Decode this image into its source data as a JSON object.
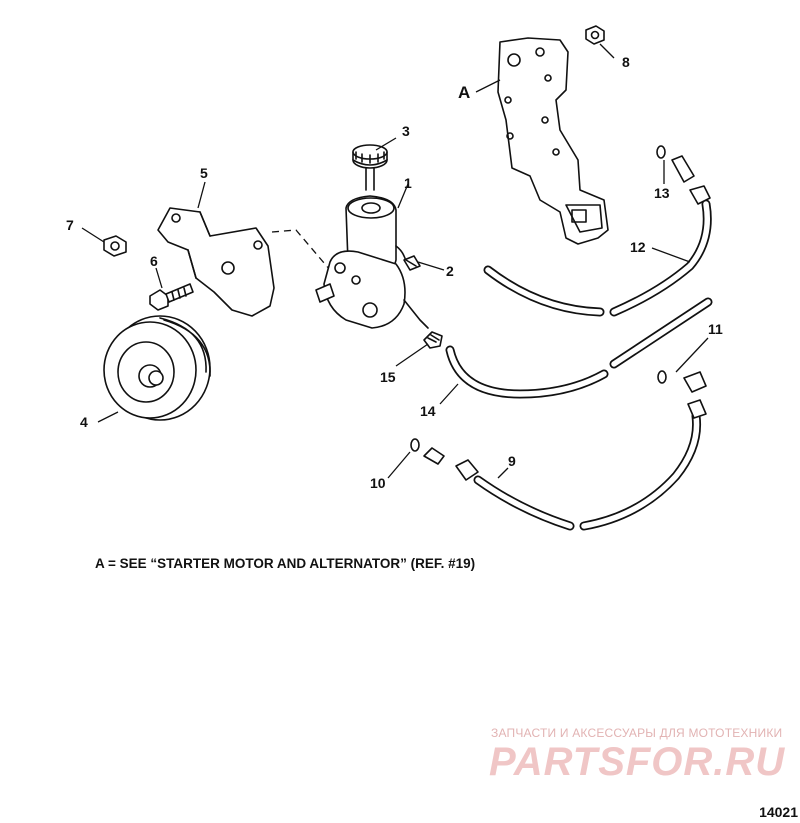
{
  "diagram": {
    "callouts": {
      "c1": "1",
      "c2": "2",
      "c3": "3",
      "c4": "4",
      "c5": "5",
      "c6": "6",
      "c7": "7",
      "c8": "8",
      "c9": "9",
      "c10": "10",
      "c11": "11",
      "c12": "12",
      "c13": "13",
      "c14": "14",
      "c15": "15",
      "a": "A"
    },
    "note": "A = SEE “STARTER MOTOR AND ALTERNATOR” (REF. #19)",
    "figure_number": "14021"
  },
  "watermark": {
    "tagline": "ЗАПЧАСТИ И АКСЕССУАРЫ ДЛЯ МОТОТЕХНИКИ",
    "logo": "PARTSFOR.RU",
    "color": "#e8a8a8"
  }
}
